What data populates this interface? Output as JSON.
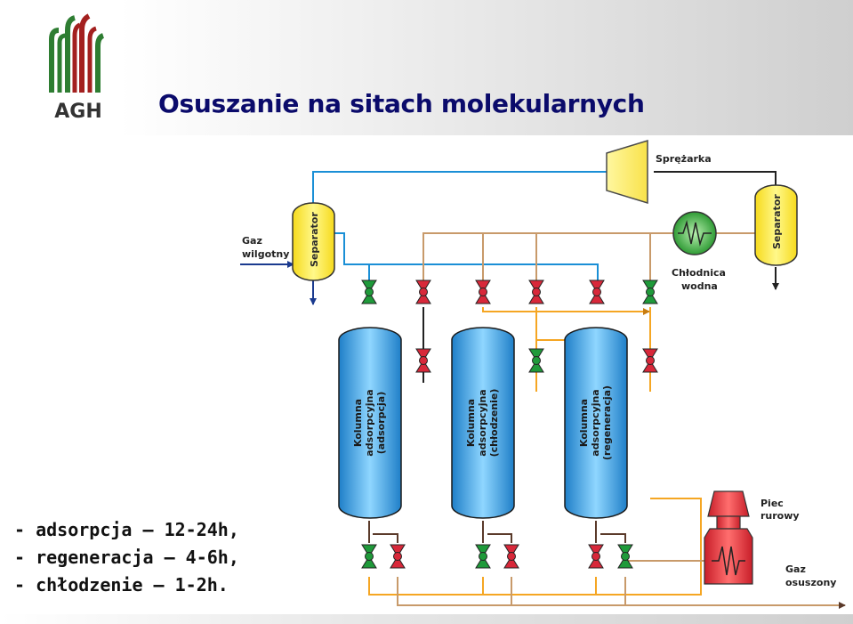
{
  "header": {
    "title": "Osuszanie na sitach molekularnych",
    "logo_text": "AGH"
  },
  "notes": [
    "- adsorpcja – 12-24h,",
    "- regeneracja – 4-6h,",
    "- chłodzenie – 1-2h."
  ],
  "diagram": {
    "compressor": "Sprężarka",
    "separator_left": "Separator",
    "separator_right": "Separator",
    "wet_gas": [
      "Gaz",
      "wilgotny"
    ],
    "cooler": [
      "Chłodnica",
      "wodna"
    ],
    "furnace": [
      "Piec",
      "rurowy"
    ],
    "dry_gas": [
      "Gaz",
      "osuszony"
    ],
    "columns": [
      [
        "Kolumna",
        "adsorpcyjna",
        "(adsorpcja)"
      ],
      [
        "Kolumna",
        "adsorpcyjna",
        "(chłodzenie)"
      ],
      [
        "Kolumna",
        "adsorpcyjna",
        "(regeneracja)"
      ]
    ]
  },
  "colors": {
    "title": "#0b0b6b",
    "logo_green": "#2e7d32",
    "logo_red": "#a3201f",
    "pipe_blue": "#1a8fd6",
    "pipe_tan": "#c89a6a",
    "pipe_orange": "#f5a623",
    "pipe_dark": "#222222",
    "valve_green": "#1f9a3a",
    "valve_red": "#d8283a",
    "column_blue": "#6ec3f2",
    "separator_yellow": "#ffef4d",
    "compressor_yellow": "#fff38a",
    "furnace_red": "#e8313a"
  },
  "icons": {
    "valve": "gate-valve-icon",
    "cooler": "heat-exchanger-icon",
    "compressor": "compressor-icon",
    "furnace": "furnace-icon"
  }
}
